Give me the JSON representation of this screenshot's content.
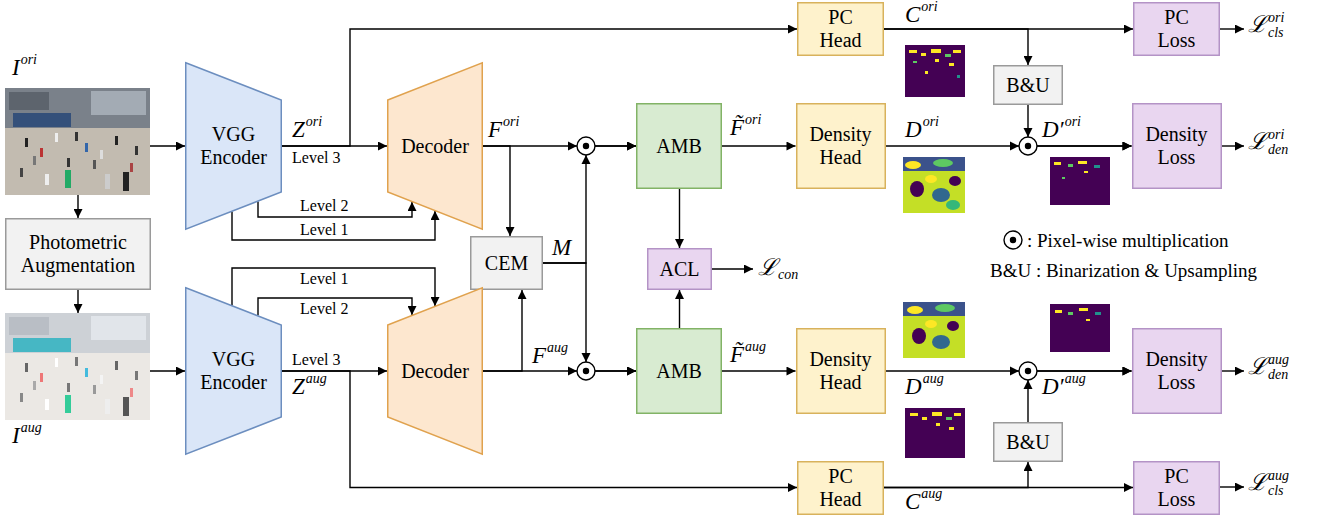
{
  "diagram": {
    "nodes": [
      {
        "text": [
          "PC Head"
        ]
      },
      {
        "text": [
          "PC Loss"
        ]
      },
      {
        "text": [
          "Photometric Augmentation"
        ]
      },
      {
        "text": [
          "VGG Encoder"
        ]
      },
      {
        "text": [
          "Decoder"
        ]
      },
      {
        "text": [
          "AMB"
        ]
      },
      {
        "text": [
          "Density Head"
        ]
      },
      {
        "text": [
          "B&U"
        ]
      },
      {
        "text": [
          "Density Loss"
        ]
      },
      {
        "text": [
          "CEM"
        ]
      },
      {
        "text": [
          "ACL"
        ]
      },
      {
        "text": [
          "VGG Encoder"
        ]
      },
      {
        "text": [
          "Decoder"
        ]
      },
      {
        "text": [
          "AMB"
        ]
      },
      {
        "text": [
          "Density Head"
        ]
      },
      {
        "text": [
          "B&U"
        ]
      },
      {
        "text": [
          "Density Loss"
        ]
      },
      {
        "text": [
          "PC Head"
        ]
      },
      {
        "text": [
          "PC Loss"
        ]
      }
    ],
    "edges": [
      {
        "from": 3,
        "to": 4,
        "arrow": "to",
        "label": "Level 3"
      },
      {
        "from": 3,
        "to": 4,
        "arrow": "to",
        "label": "Level 2"
      },
      {
        "from": 3,
        "to": 4,
        "arrow": "to",
        "label": "Level 1"
      },
      {
        "from": 3,
        "to": 0,
        "arrow": "to"
      },
      {
        "from": 4,
        "to": 5,
        "arrow": "to"
      },
      {
        "from": 4,
        "to": 9,
        "arrow": "to"
      },
      {
        "from": 9,
        "to": 5,
        "arrow": "to"
      },
      {
        "from": 5,
        "to": 6,
        "arrow": "to"
      },
      {
        "from": 5,
        "to": 10,
        "arrow": "to"
      },
      {
        "from": 0,
        "to": 1,
        "arrow": "to"
      },
      {
        "from": 0,
        "to": 7,
        "arrow": "to"
      },
      {
        "from": 6,
        "to": 8,
        "arrow": "to"
      },
      {
        "from": 7,
        "to": 8,
        "arrow": "to"
      },
      {
        "from": 11,
        "to": 12,
        "arrow": "to",
        "label": "Level 3"
      },
      {
        "from": 11,
        "to": 12,
        "arrow": "to",
        "label": "Level 2"
      },
      {
        "from": 11,
        "to": 12,
        "arrow": "to",
        "label": "Level 1"
      },
      {
        "from": 11,
        "to": 17,
        "arrow": "to"
      },
      {
        "from": 12,
        "to": 13,
        "arrow": "to"
      },
      {
        "from": 12,
        "to": 9,
        "arrow": "to"
      },
      {
        "from": 9,
        "to": 13,
        "arrow": "to"
      },
      {
        "from": 13,
        "to": 14,
        "arrow": "to"
      },
      {
        "from": 13,
        "to": 10,
        "arrow": "to"
      },
      {
        "from": 17,
        "to": 18,
        "arrow": "to"
      },
      {
        "from": 17,
        "to": 15,
        "arrow": "to"
      },
      {
        "from": 14,
        "to": 16,
        "arrow": "to"
      },
      {
        "from": 15,
        "to": 16,
        "arrow": "to"
      }
    ],
    "labels": [
      "I",
      "ori",
      "Z",
      "ori",
      "F",
      "ori",
      "M",
      "F̃",
      "ori",
      "C",
      "ori",
      "D",
      "ori",
      "D′",
      "ori",
      "ℒ",
      "ori",
      "cls",
      "ℒ",
      "ori",
      "den",
      "ℒ",
      "con",
      ": Pixel-wise multiplication",
      "B&U : Binarization & Upsampling",
      "I",
      "aug",
      "Z",
      "aug",
      "F",
      "aug",
      "F̃",
      "aug",
      "D",
      "aug",
      "D′",
      "aug",
      "ℒ",
      "aug",
      "den",
      "C",
      "aug",
      "ℒ",
      "aug",
      "cls"
    ]
  }
}
